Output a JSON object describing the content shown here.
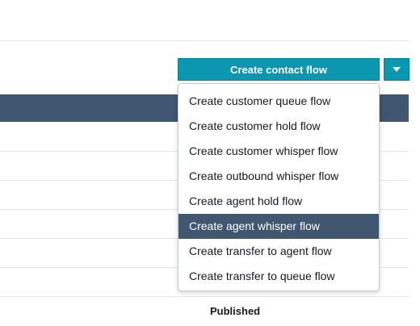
{
  "toolbar": {
    "create_button_label": "Create contact flow",
    "caret_icon": "caret-down-icon"
  },
  "dropdown": {
    "items": [
      {
        "label": "Create customer queue flow",
        "active": false
      },
      {
        "label": "Create customer hold flow",
        "active": false
      },
      {
        "label": "Create customer whisper flow",
        "active": false
      },
      {
        "label": "Create outbound whisper flow",
        "active": false
      },
      {
        "label": "Create agent hold flow",
        "active": false
      },
      {
        "label": "Create agent whisper flow",
        "active": true
      },
      {
        "label": "Create transfer to agent flow",
        "active": false
      },
      {
        "label": "Create transfer to queue flow",
        "active": false
      }
    ]
  },
  "table": {
    "header_color": "#415670",
    "visible_status": "Published"
  },
  "colors": {
    "accent": "#0b97b0",
    "highlight": "#415670"
  }
}
